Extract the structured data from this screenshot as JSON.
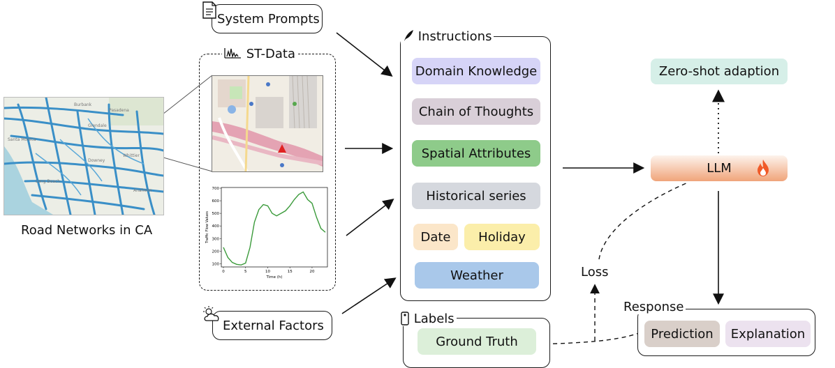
{
  "inputs": {
    "system_prompts": "System Prompts",
    "st_data": "ST-Data",
    "external_factors": "External Factors",
    "road_networks": "Road Networks in CA"
  },
  "map_labels": [
    "Pasadena",
    "Burbank",
    "Glendale",
    "Long Beach",
    "Whittier",
    "Downey",
    "Anaheim",
    "Santa Monica"
  ],
  "instructions": {
    "title": "Instructions",
    "domain_knowledge": "Domain Knowledge",
    "chain_of_thoughts": "Chain of Thoughts",
    "spatial_attributes": "Spatial Attributes",
    "historical_series": "Historical series",
    "date": "Date",
    "holiday": "Holiday",
    "weather": "Weather"
  },
  "labels": {
    "title": "Labels",
    "ground_truth": "Ground Truth"
  },
  "right": {
    "zero_shot": "Zero-shot adaption",
    "llm": "LLM",
    "loss": "Loss",
    "response": "Response",
    "prediction": "Prediction",
    "explanation": "Explanation"
  },
  "colors": {
    "domain_knowledge": "#d6d4f7",
    "chain_of_thoughts": "#d9cfd8",
    "spatial_attributes": "#8ecb8a",
    "historical_series": "#d5d8de",
    "date": "#fbe6c9",
    "holiday": "#fbeeaa",
    "weather": "#a9c8ea",
    "ground_truth": "#dcefd9",
    "zero_shot": "#d6efe8",
    "prediction": "#d9cfc9",
    "explanation": "#ece2ef",
    "line_series": "#3a9a3a"
  },
  "chart_data": {
    "type": "line",
    "xlabel": "Time (h)",
    "ylabel": "Traffic Flow Values",
    "xlim": [
      0,
      23
    ],
    "ylim": [
      80,
      700
    ],
    "xticks": [
      0,
      5,
      10,
      15,
      20
    ],
    "yticks": [
      100,
      200,
      300,
      400,
      500,
      600,
      700
    ],
    "x": [
      0,
      1,
      2,
      3,
      4,
      5,
      6,
      7,
      8,
      9,
      10,
      11,
      12,
      13,
      14,
      15,
      16,
      17,
      18,
      19,
      20,
      21,
      22,
      23
    ],
    "values": [
      230,
      150,
      110,
      95,
      90,
      105,
      230,
      430,
      530,
      570,
      560,
      500,
      480,
      500,
      520,
      560,
      610,
      650,
      670,
      610,
      580,
      470,
      380,
      350
    ]
  }
}
